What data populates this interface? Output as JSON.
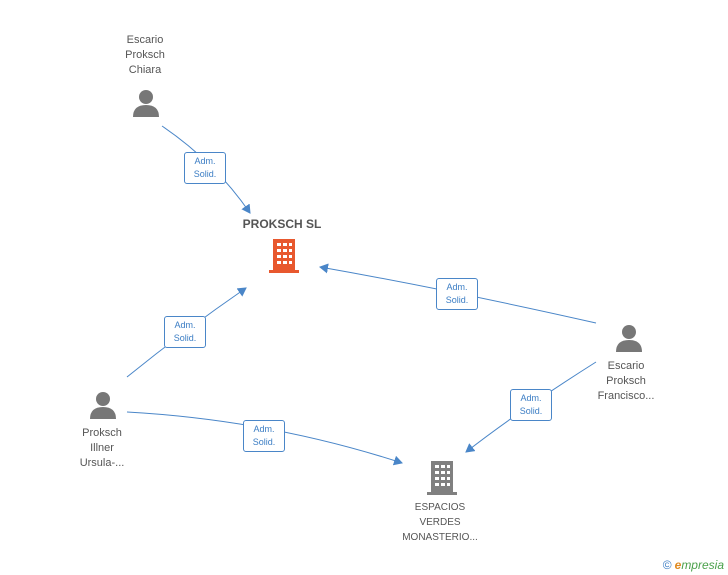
{
  "colors": {
    "edge": "#4a86c8",
    "company_main": "#e8582e",
    "company_other": "#808080",
    "person": "#777777"
  },
  "nodes": {
    "proksch_sl": {
      "name": "PROKSCH SL",
      "icon": "building-icon"
    },
    "escario_chiara": {
      "lines": [
        "Escario",
        "Proksch",
        "Chiara"
      ],
      "icon": "person-icon"
    },
    "proksch_ursula": {
      "lines": [
        "Proksch",
        "Illner",
        "Ursula-..."
      ],
      "icon": "person-icon"
    },
    "escario_francisco": {
      "lines": [
        "Escario",
        "Proksch",
        "Francisco..."
      ],
      "icon": "person-icon"
    },
    "espacios": {
      "lines": [
        "ESPACIOS",
        "VERDES",
        "MONASTERIO..."
      ],
      "icon": "building-icon"
    }
  },
  "edges": [
    {
      "from": "escario_chiara",
      "to": "proksch_sl",
      "label": [
        "Adm.",
        "Solid."
      ]
    },
    {
      "from": "proksch_ursula",
      "to": "proksch_sl",
      "label": [
        "Adm.",
        "Solid."
      ]
    },
    {
      "from": "escario_francisco",
      "to": "proksch_sl",
      "label": [
        "Adm.",
        "Solid."
      ]
    },
    {
      "from": "proksch_ursula",
      "to": "espacios",
      "label": [
        "Adm.",
        "Solid."
      ]
    },
    {
      "from": "escario_francisco",
      "to": "espacios",
      "label": [
        "Adm.",
        "Solid."
      ]
    }
  ],
  "footer": {
    "copyright": "©",
    "brand_initial": "e",
    "brand_rest": "mpresia"
  }
}
